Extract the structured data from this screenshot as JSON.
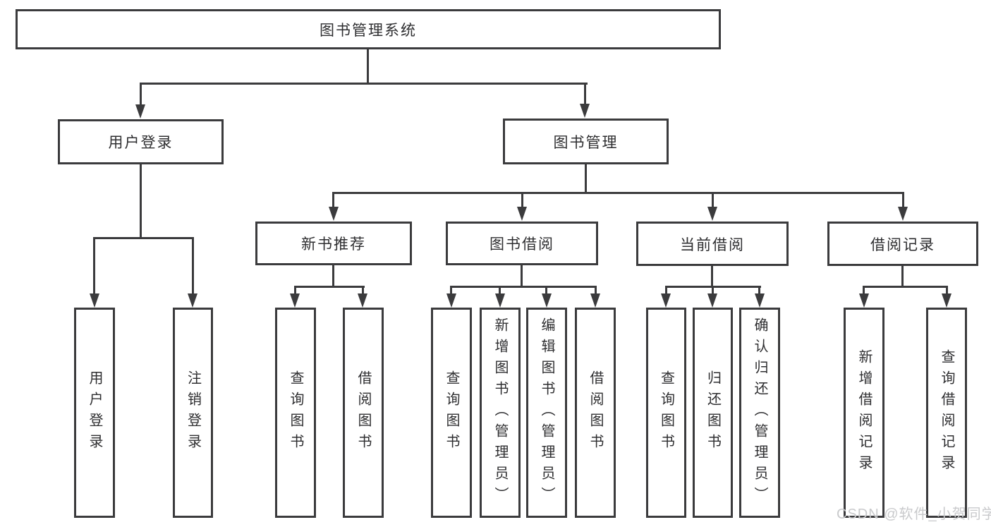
{
  "diagram": {
    "title": "图书管理系统",
    "root": {
      "label": "图书管理系统"
    },
    "user_login": {
      "label": "用户登录",
      "children": [
        {
          "label": "用户登录"
        },
        {
          "label": "注销登录"
        }
      ]
    },
    "book_mgmt": {
      "label": "图书管理",
      "children": [
        {
          "label": "新书推荐",
          "children": [
            {
              "label": "查询图书"
            },
            {
              "label": "借阅图书"
            }
          ]
        },
        {
          "label": "图书借阅",
          "children": [
            {
              "label": "查询图书"
            },
            {
              "label": "新增图书（管理员）"
            },
            {
              "label": "编辑图书（管理员）"
            },
            {
              "label": "借阅图书"
            }
          ]
        },
        {
          "label": "当前借阅",
          "children": [
            {
              "label": "查询图书"
            },
            {
              "label": "归还图书"
            },
            {
              "label": "确认归还（管理员）"
            }
          ]
        },
        {
          "label": "借阅记录",
          "children": [
            {
              "label": "新增借阅记录"
            },
            {
              "label": "查询借阅记录"
            }
          ]
        }
      ]
    }
  },
  "watermark": {
    "text": "CSDN @软件_小贺同学"
  },
  "colors": {
    "line": "#3b3b3d",
    "text": "#2e2e30",
    "watermark": "#c9cacc",
    "background": "#ffffff"
  }
}
